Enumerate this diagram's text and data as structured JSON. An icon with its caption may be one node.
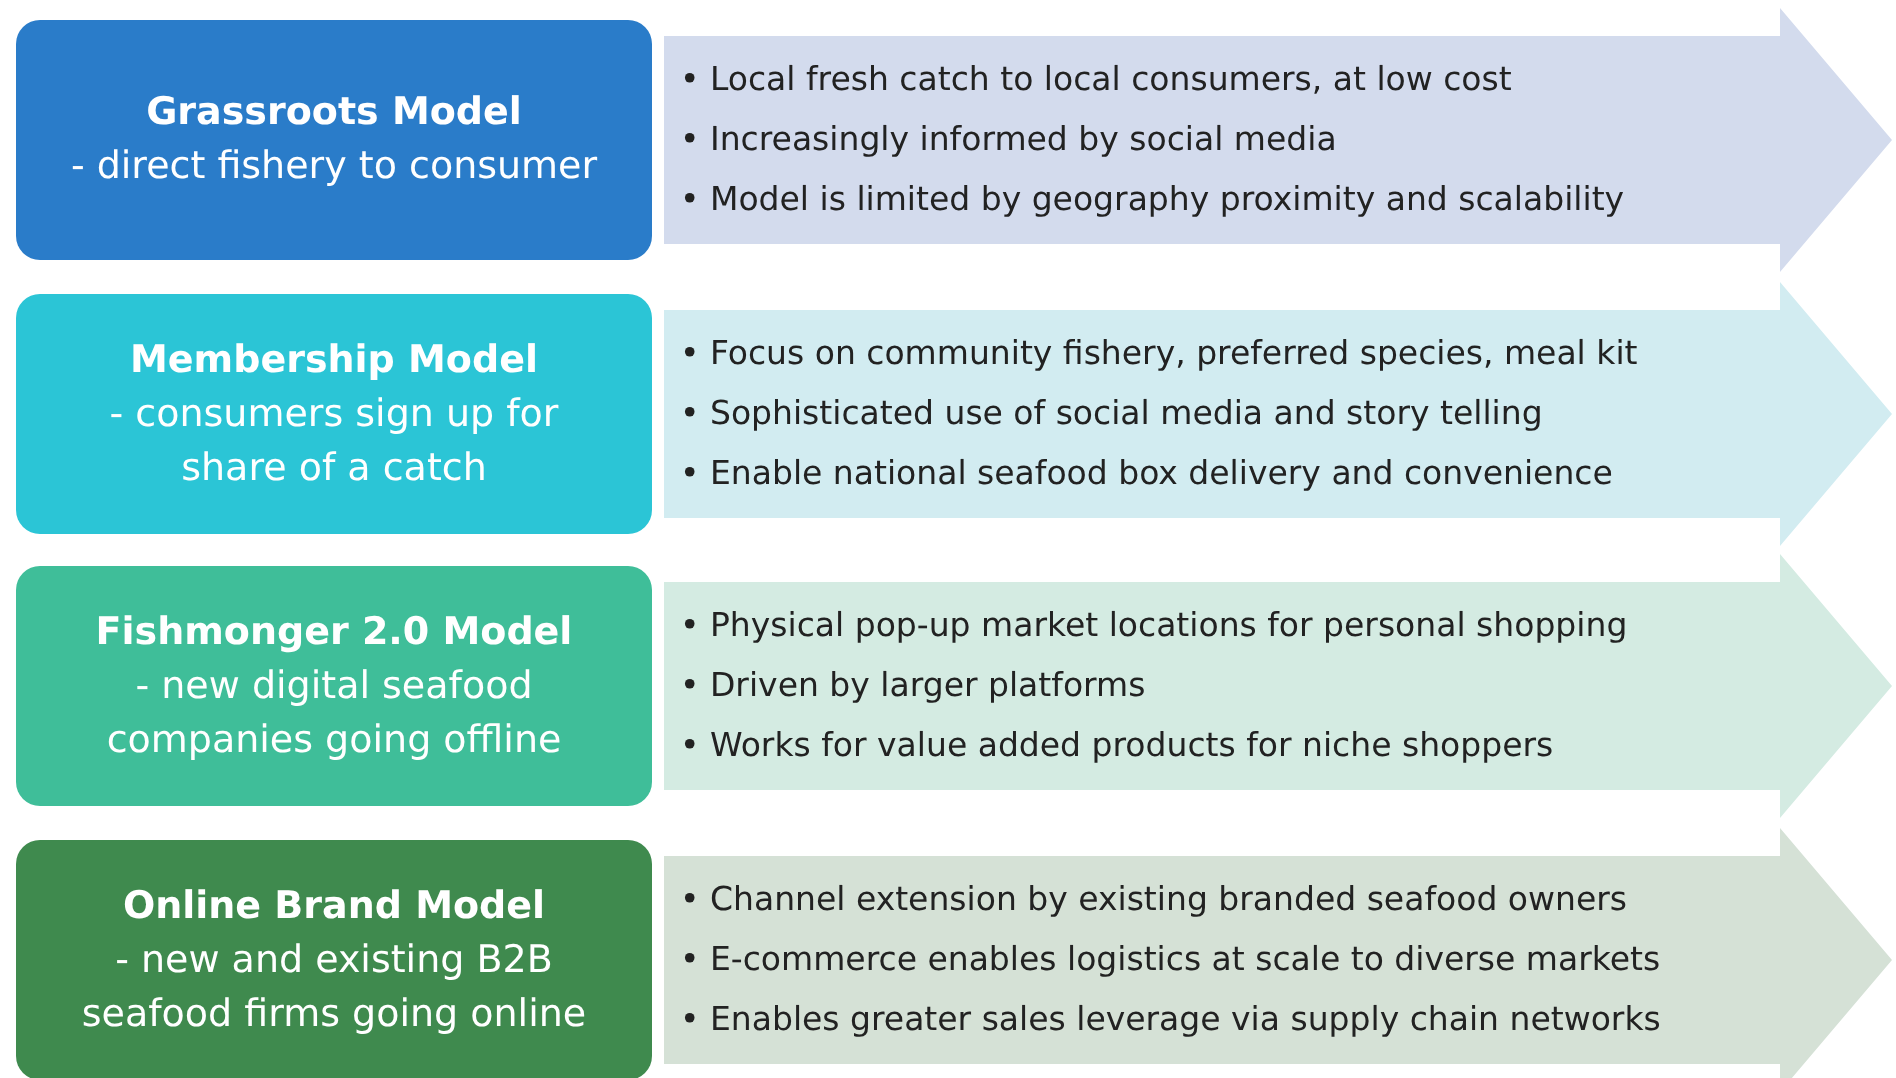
{
  "diagram": {
    "nodes": [
      {
        "text": [
          "Grassroots Model",
          "- direct fishery to consumer"
        ]
      },
      {
        "text": [
          "• Local fresh catch to local consumers, at low cost",
          "• Increasingly informed by social media",
          "• Model is limited by geography proximity and scalability"
        ]
      },
      {
        "text": [
          "Membership Model",
          "- consumers sign up for share of a catch"
        ]
      },
      {
        "text": [
          "• Focus on community fishery, preferred species, meal kit",
          "• Sophisticated use of social media and story telling",
          "• Enable national seafood box delivery and convenience"
        ]
      },
      {
        "text": [
          "Fishmonger 2.0 Model",
          "- new digital seafood companies going offline"
        ]
      },
      {
        "text": [
          "• Physical pop-up market locations for personal shopping",
          "• Driven by larger platforms",
          "• Works for value added products for niche shoppers"
        ]
      },
      {
        "text": [
          "Online Brand Model",
          "- new and existing B2B seafood firms going online"
        ]
      },
      {
        "text": [
          "• Channel extension by existing branded seafood owners",
          "• E-commerce enables logistics at scale to diverse markets",
          "• Enables greater sales leverage via supply chain networks"
        ]
      }
    ]
  }
}
